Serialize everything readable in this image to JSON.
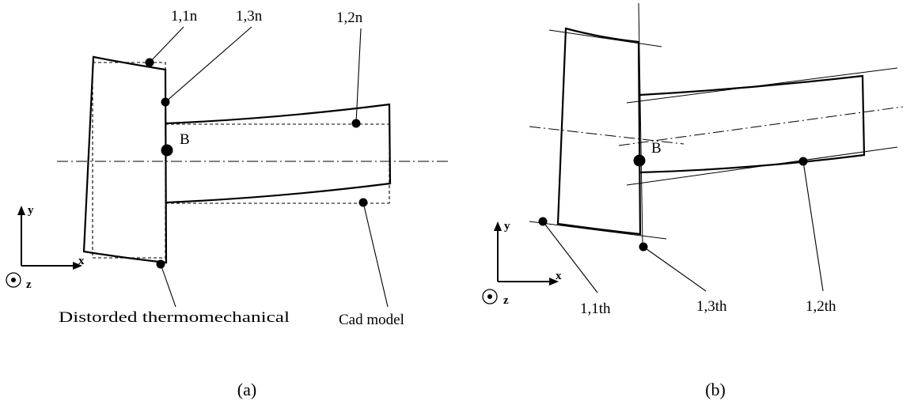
{
  "panel_a": {
    "labels": {
      "p11": "1,1n",
      "p13": "1,3n",
      "p12": "1,2n",
      "b": "B",
      "distorted": "Distorded thermomechanical",
      "cad": "Cad model"
    },
    "axes": {
      "y": "y",
      "x": "x",
      "z": "z"
    },
    "caption": "(a)"
  },
  "panel_b": {
    "labels": {
      "p11": "1,1th",
      "p13": "1,3th",
      "p12": "1,2th",
      "b": "B"
    },
    "axes": {
      "y": "y",
      "x": "x",
      "z": "z"
    },
    "caption": "(b)"
  }
}
